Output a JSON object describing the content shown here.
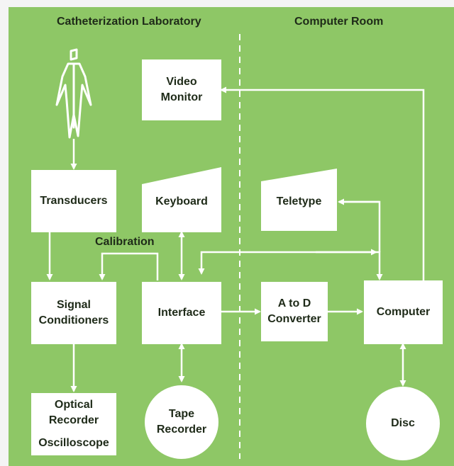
{
  "sections": {
    "left_title": "Catheterization Laboratory",
    "right_title": "Computer Room"
  },
  "blocks": {
    "video_monitor": [
      "Video",
      "Monitor"
    ],
    "transducers": "Transducers",
    "keyboard": "Keyboard",
    "teletype": "Teletype",
    "calibration": "Calibration",
    "signal_conditioners": [
      "Signal",
      "Conditioners"
    ],
    "interface": "Interface",
    "a_to_d": [
      "A to D",
      "Converter"
    ],
    "computer": "Computer",
    "optical_recorder": [
      "Optical",
      "Recorder"
    ],
    "oscilloscope": "Oscilloscope",
    "tape_recorder": [
      "Tape",
      "Recorder"
    ],
    "disc": "Disc"
  },
  "colors": {
    "background": "#8ec766",
    "block": "#ffffff",
    "text": "#1e2a18",
    "divider_dots": "#e0c35a"
  },
  "icons": [
    "human-figure-icon"
  ]
}
